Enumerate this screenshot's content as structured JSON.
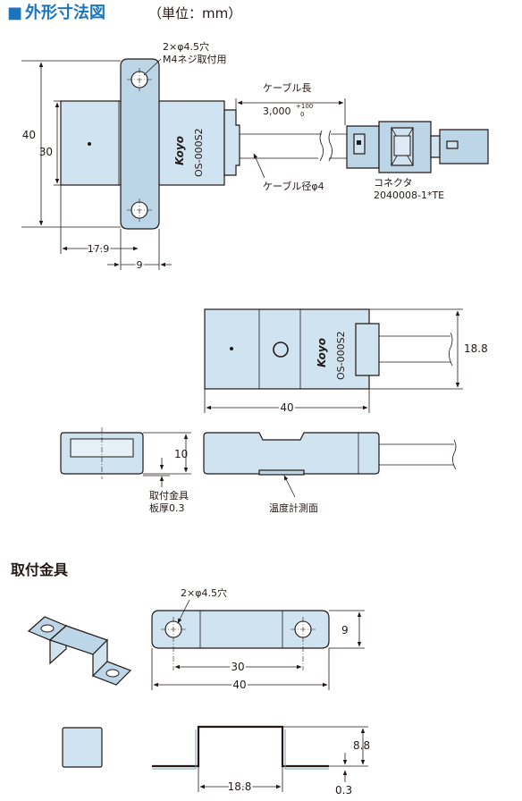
{
  "header": {
    "marker": "■",
    "title": "外形寸法図",
    "unit": "（単位：mm）"
  },
  "top_view": {
    "hole_note_1": "2×φ4.5穴",
    "hole_note_2": "M4ネジ取付用",
    "brand": "Koyo",
    "model": "OS-000S2",
    "cable_length_label": "ケーブル長",
    "cable_length_value": "3,000",
    "cable_length_tol_upper": "+100",
    "cable_length_tol_lower": "0",
    "cable_dia_label": "ケーブル径φ4",
    "connector_label": "コネクタ",
    "connector_part": "2040008-1*TE",
    "dim_40": "40",
    "dim_30": "30",
    "dim_17_9": "17.9",
    "dim_9": "9"
  },
  "front_view": {
    "brand": "Koyo",
    "model": "OS-000S2",
    "dim_18_8": "18.8",
    "dim_40": "40"
  },
  "side_view": {
    "dim_10": "10",
    "bracket_thickness_1": "取付金具",
    "bracket_thickness_2": "板厚0.3",
    "temp_surface": "温度計測面"
  },
  "bracket": {
    "section_title": "取付金具",
    "hole_note": "2×φ4.5穴",
    "dim_9": "9",
    "dim_30": "30",
    "dim_40": "40",
    "dim_8_8": "8.8",
    "dim_0_3": "0.3",
    "dim_18_8": "18.8"
  }
}
